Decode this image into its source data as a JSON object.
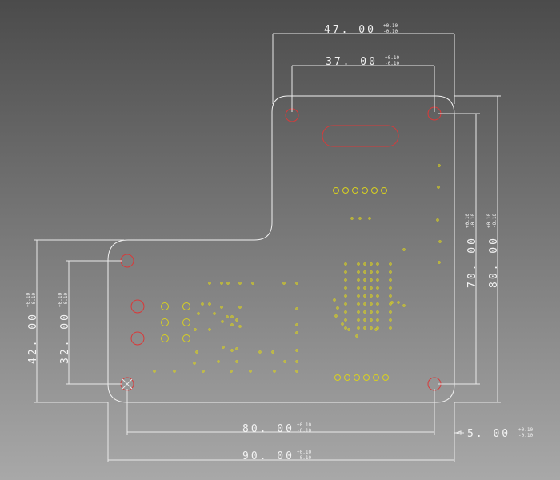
{
  "drawing": {
    "background_top": "#4b4b4b",
    "background_bottom": "#a8a8a8",
    "line_color": "#e8e8e8",
    "mount_hole_color": "#d83a3a",
    "pad_color": "#d8d020"
  },
  "dimensions": {
    "width_47": {
      "value": "47. 00",
      "tol_plus": "+0.10",
      "tol_minus": "-0.10"
    },
    "width_37": {
      "value": "37. 00",
      "tol_plus": "+0.10",
      "tol_minus": "-0.10"
    },
    "height_70": {
      "value": "70. 00",
      "tol_plus": "+0.10",
      "tol_minus": "-0.10"
    },
    "height_80": {
      "value": "80. 00",
      "tol_plus": "+0.10",
      "tol_minus": "-0.10"
    },
    "height_42": {
      "value": "42. 00",
      "tol_plus": "+0.10",
      "tol_minus": "-0.10"
    },
    "height_32": {
      "value": "32. 00",
      "tol_plus": "+0.10",
      "tol_minus": "-0.10"
    },
    "width_80": {
      "value": "80. 00",
      "tol_plus": "+0.10",
      "tol_minus": "-0.10"
    },
    "width_90": {
      "value": "90. 00",
      "tol_plus": "+0.10",
      "tol_minus": "-0.10"
    },
    "offset_5": {
      "value": "5. 00",
      "tol_plus": "+0.10",
      "tol_minus": "-0.10"
    }
  }
}
